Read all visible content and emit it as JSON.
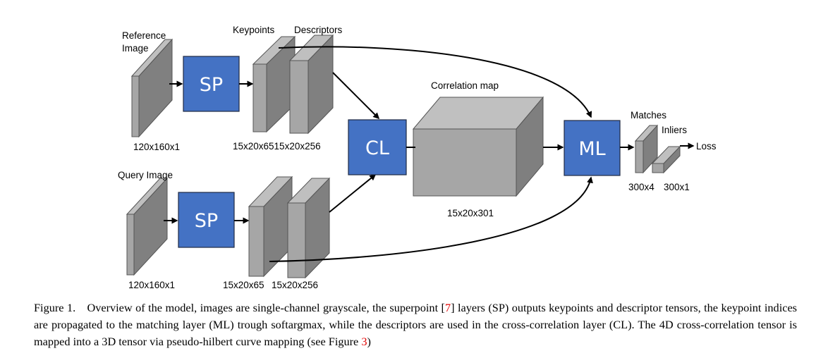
{
  "diagram": {
    "labels": {
      "reference_image": [
        "Reference",
        "Image"
      ],
      "query_image": "Query Image",
      "keypoints": "Keypoints",
      "descriptors": "Descriptors",
      "correlation_map": "Correlation map",
      "matches": "Matches",
      "inliers": "Inliers",
      "loss": "Loss"
    },
    "dims": {
      "ref_image": "120x160x1",
      "ref_keypoints_descriptors": "15x20x6515x20x256",
      "query_image": "120x160x1",
      "query_keypoints": "15x20x65",
      "query_descriptors": "15x20x256",
      "correlation": "15x20x301",
      "matches": "300x4",
      "inliers": "300x1"
    },
    "blocks": {
      "sp_ref": "SP",
      "sp_query": "SP",
      "cl": "CL",
      "ml": "ML"
    },
    "colors": {
      "block_fill": "#4472C4",
      "block_stroke": "#1F2A44",
      "tensor_front": "#A6A6A6",
      "tensor_side": "#808080",
      "tensor_top": "#BFBFBF",
      "cube_front": "#A6A6A6",
      "cube_side": "#7F7F7F",
      "cube_top": "#C0C0C0",
      "citation": "#E00000"
    }
  },
  "caption": {
    "prefix": "Figure 1. Overview of the model, images are single-channel grayscale, the superpoint [",
    "ref1": "7",
    "middle": "] layers (SP) outputs keypoints and descriptor tensors, the keypoint indices are propagated to the matching layer (ML) trough softargmax, while the descriptors are used in the cross-correlation layer (CL). The 4D cross-correlation tensor is mapped into a 3D tensor via pseudo-hilbert curve mapping (see Figure ",
    "ref2": "3",
    "suffix": ")"
  }
}
